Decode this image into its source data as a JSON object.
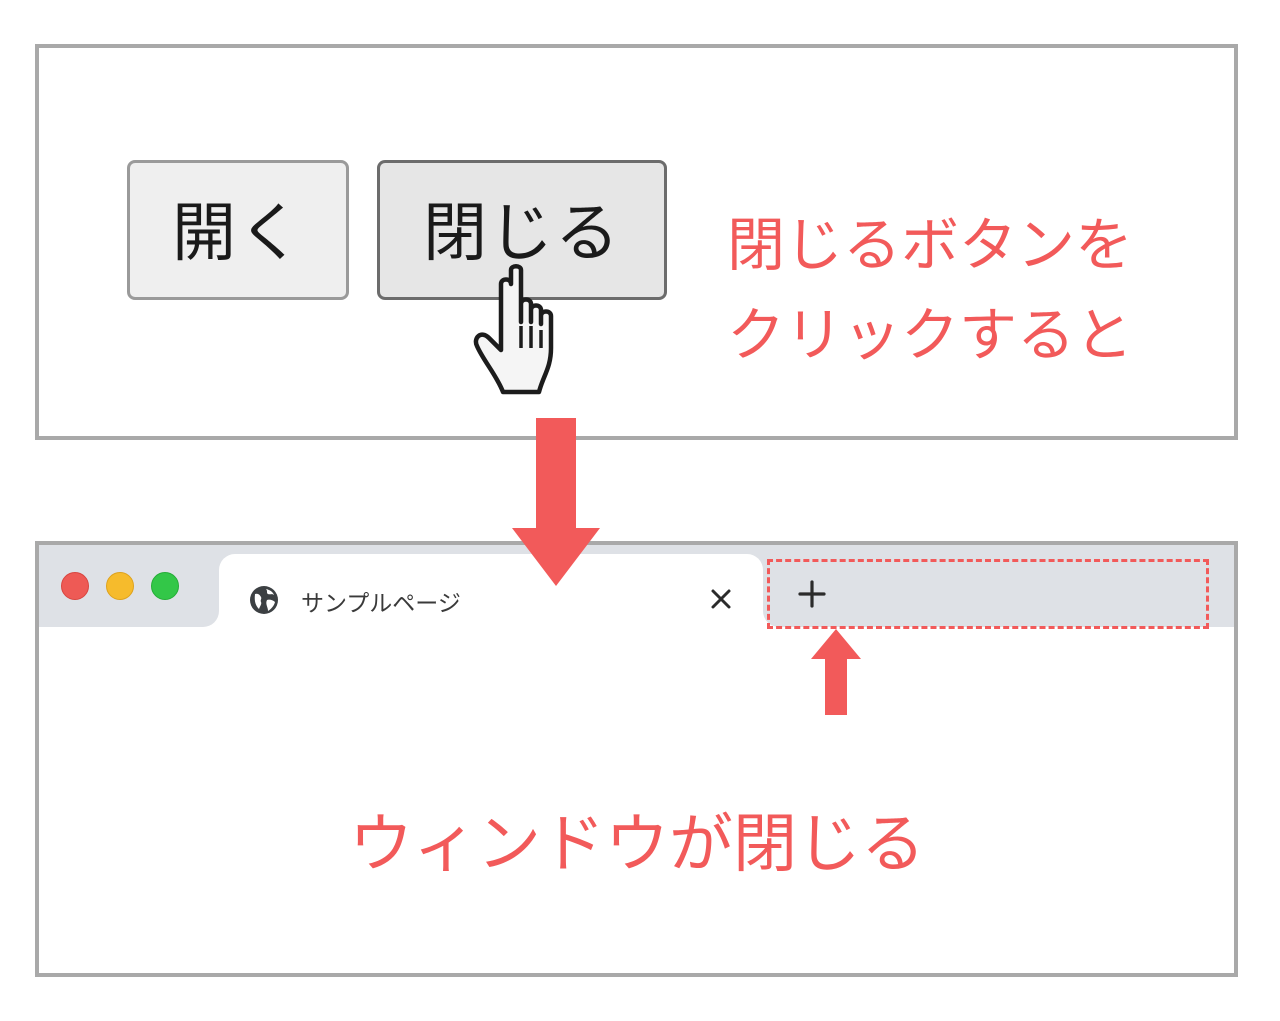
{
  "top": {
    "open_button_label": "開く",
    "close_button_label": "閉じる",
    "caption_line1": "閉じるボタンを",
    "caption_line2": "クリックすると"
  },
  "browser": {
    "tab_title": "サンプルページ",
    "tab_icon": "globe-icon",
    "close_tab_icon": "close-icon",
    "new_tab_icon": "plus-icon",
    "window_controls": [
      "close",
      "minimize",
      "zoom"
    ]
  },
  "bottom": {
    "caption": "ウィンドウが閉じる"
  },
  "colors": {
    "accent_red": "#f25a5a",
    "tabbar_bg": "#dee1e6",
    "traffic_red": "#ee5a55",
    "traffic_yellow": "#f6bb2c",
    "traffic_green": "#33c748"
  }
}
